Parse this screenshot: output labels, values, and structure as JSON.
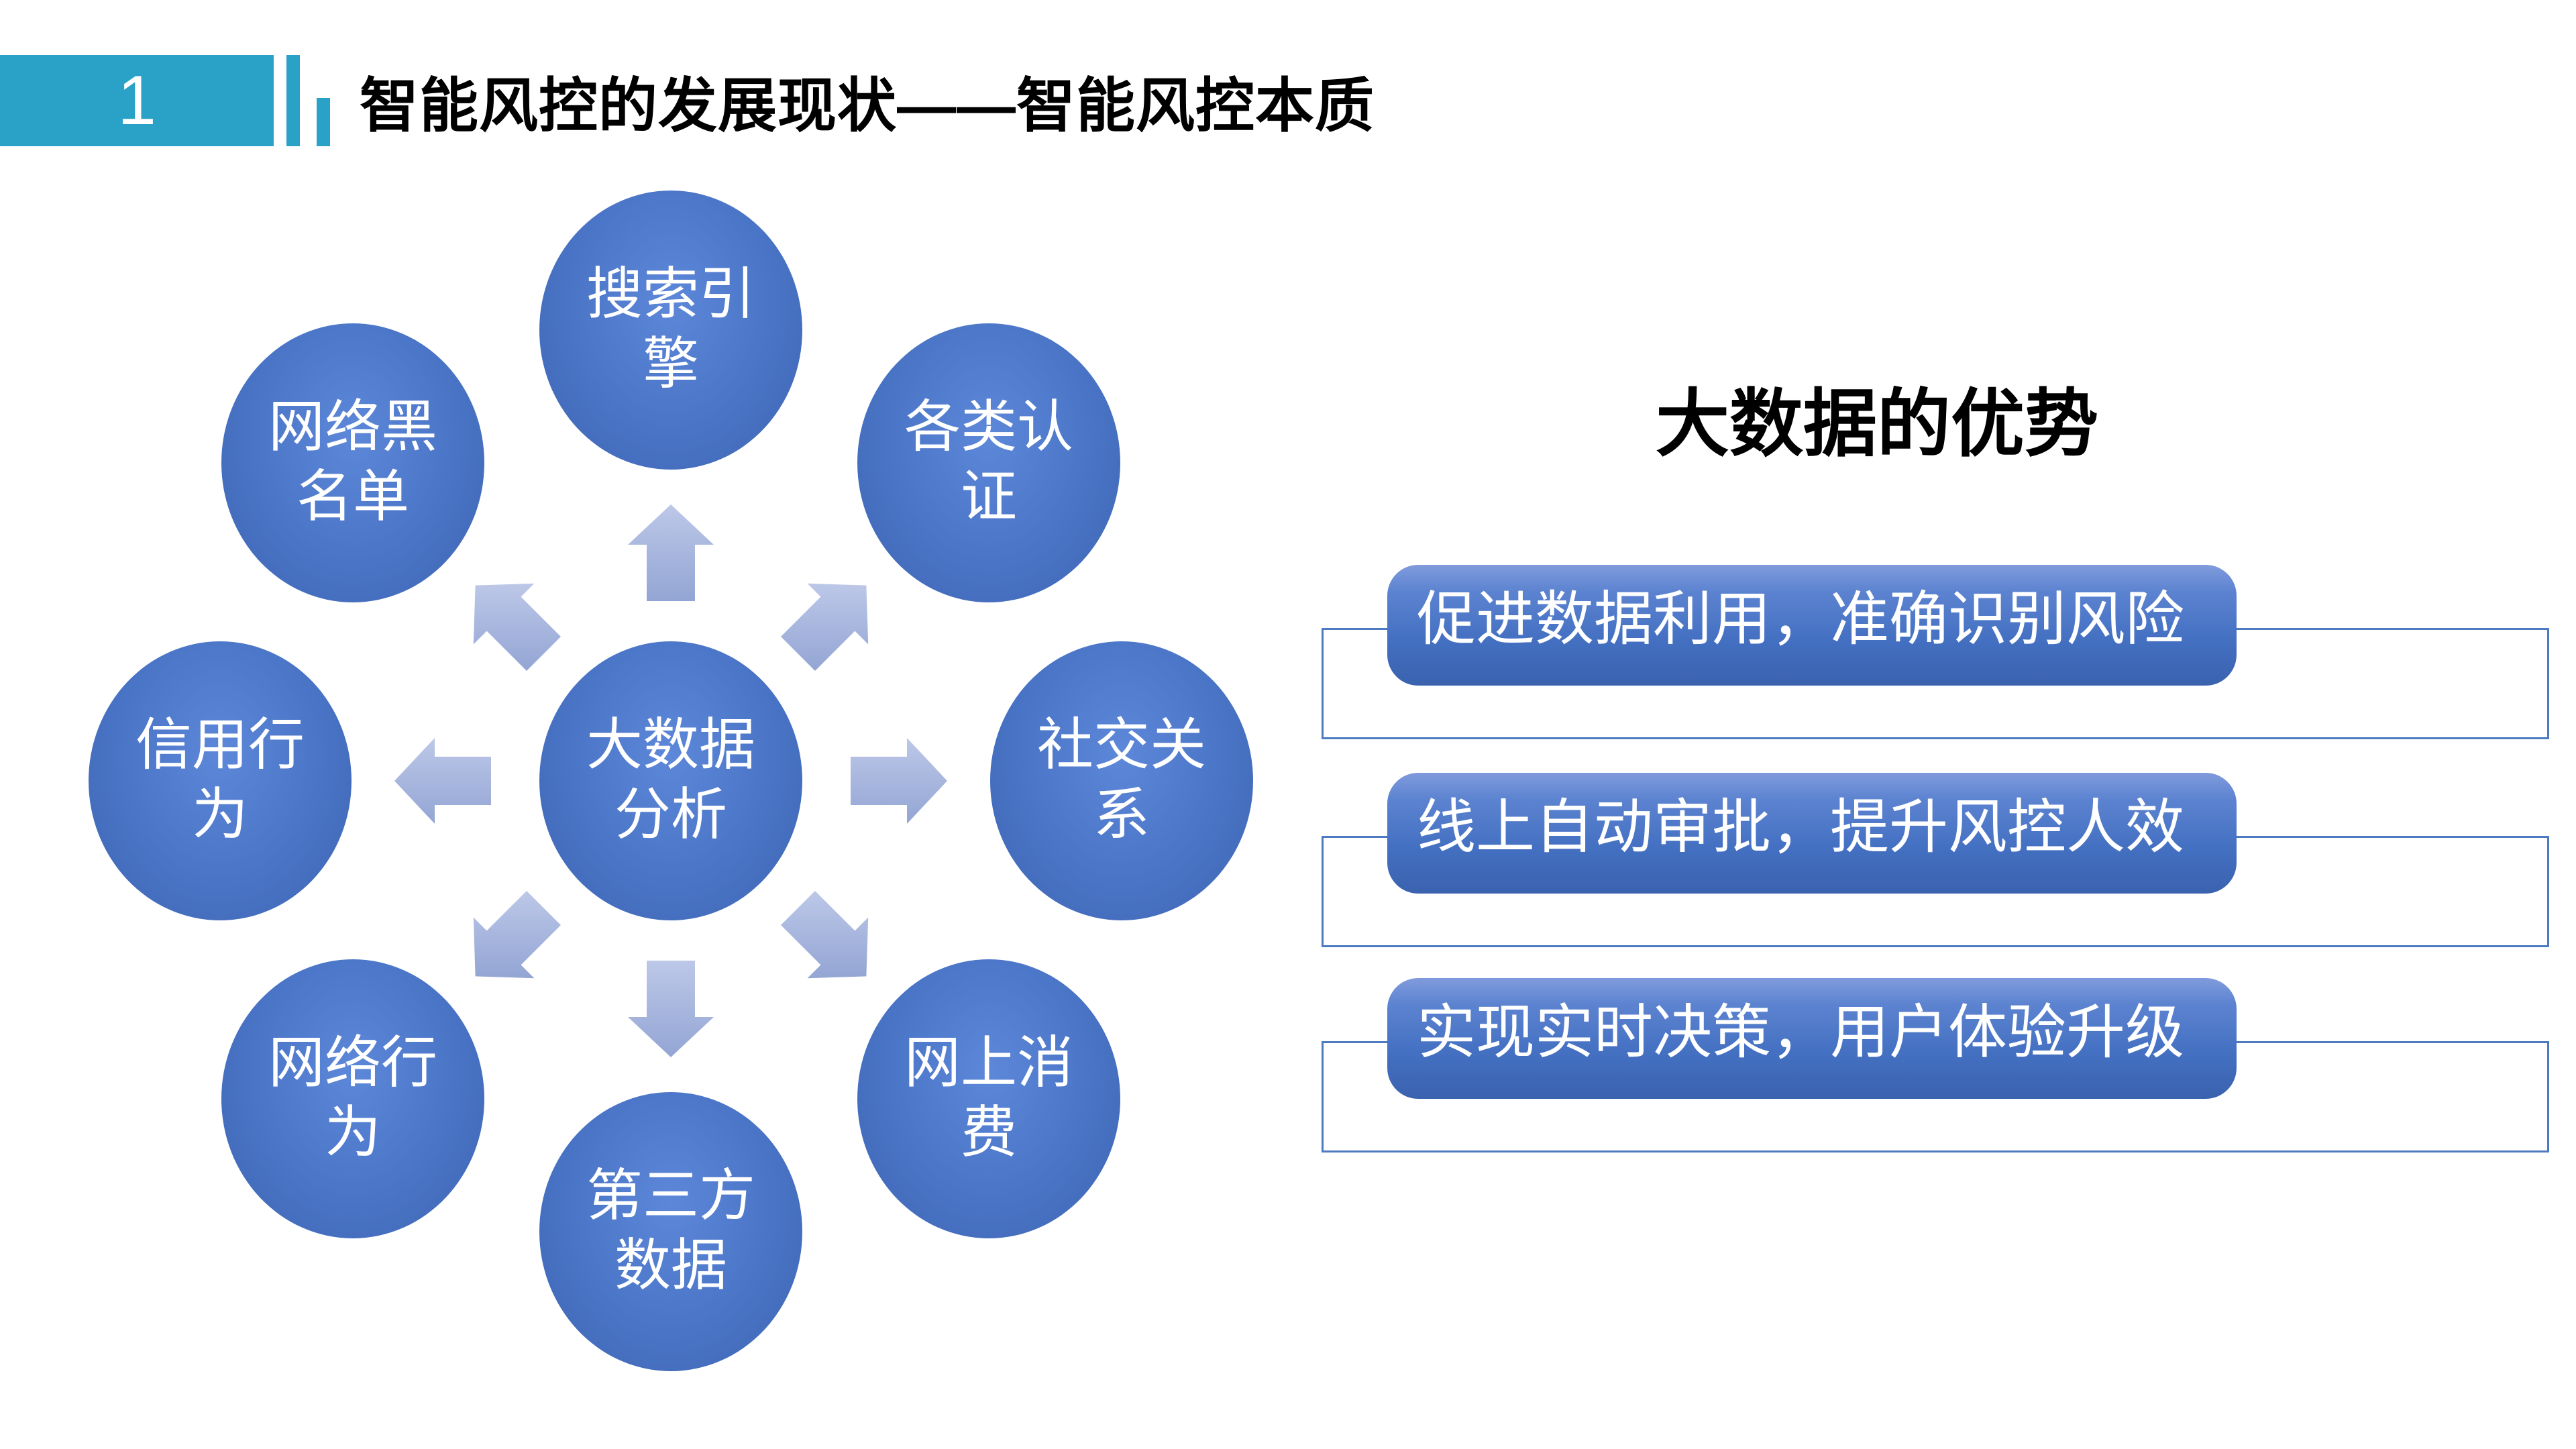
{
  "header": {
    "section_number": "1",
    "title": "智能风控的发展现状——智能风控本质"
  },
  "diagram": {
    "center": {
      "line1": "大数据",
      "line2": "分析"
    },
    "satellites": [
      {
        "position": "top",
        "line1": "搜索引",
        "line2": "擎"
      },
      {
        "position": "top-left",
        "line1": "网络黑",
        "line2": "名单"
      },
      {
        "position": "top-right",
        "line1": "各类认",
        "line2": "证"
      },
      {
        "position": "left",
        "line1": "信用行",
        "line2": "为"
      },
      {
        "position": "right",
        "line1": "社交关",
        "line2": "系"
      },
      {
        "position": "bottom-left",
        "line1": "网络行",
        "line2": "为"
      },
      {
        "position": "bottom-right",
        "line1": "网上消",
        "line2": "费"
      },
      {
        "position": "bottom",
        "line1": "第三方",
        "line2": "数据"
      }
    ]
  },
  "panel": {
    "title": "大数据的优势",
    "benefits": [
      {
        "text": "促进数据利用，准确识别风险"
      },
      {
        "text": "线上自动审批，提升风控人效"
      },
      {
        "text": "实现实时决策，用户体验升级"
      }
    ]
  },
  "colors": {
    "accent_teal": "#2aa2c7",
    "circle_blue": "#4a74c6",
    "arrow_blue_light": "#bdc8e8",
    "arrow_blue_dark": "#93a5d4",
    "benefit_box_blue": "#4470c2",
    "outline_border_blue": "#4d7ac0",
    "title_text": "#000000",
    "shape_text": "#ffffff"
  }
}
